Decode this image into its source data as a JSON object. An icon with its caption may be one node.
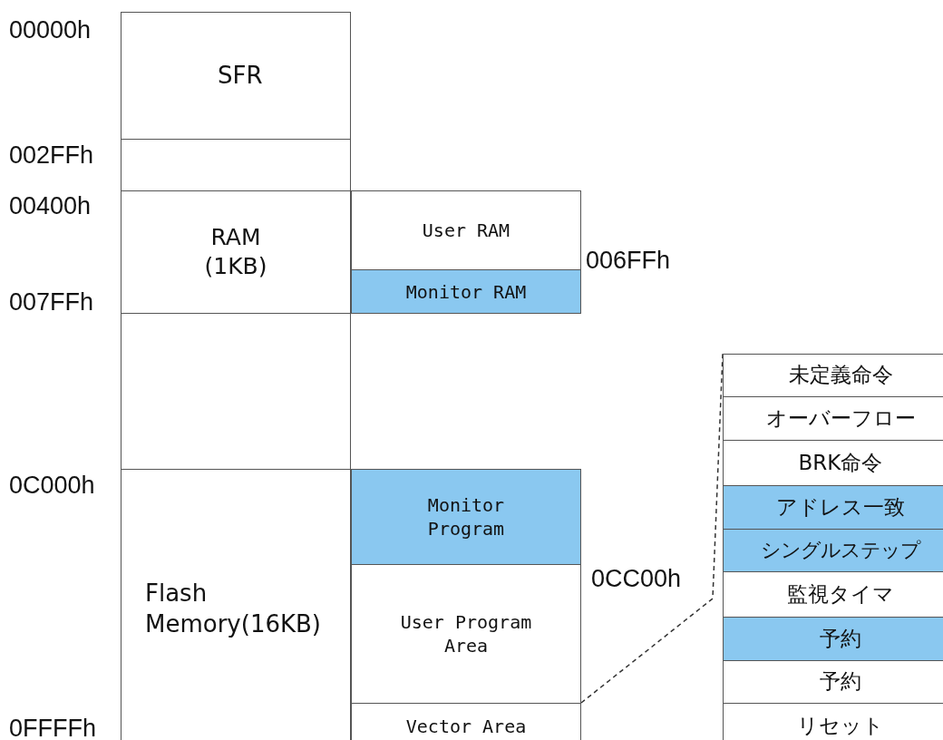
{
  "diagram": {
    "nodes": [
      {
        "text": [
          "SFR"
        ]
      },
      {
        "text": [],
        "shape": "box"
      },
      {
        "text": [
          "RAM (1KB)"
        ]
      },
      {
        "text": [],
        "shape": "box"
      },
      {
        "text": [
          "Flash Memory(16KB)"
        ]
      },
      {
        "text": [
          "User RAM"
        ]
      },
      {
        "text": [
          "Monitor RAM"
        ]
      },
      {
        "text": [
          "Monitor Program"
        ]
      },
      {
        "text": [
          "User Program Area"
        ]
      },
      {
        "text": [
          "Vector Area"
        ]
      },
      {
        "text": [
          "未定義命令"
        ]
      },
      {
        "text": [
          "オーバーフロー"
        ]
      },
      {
        "text": [
          "BRK命令"
        ]
      },
      {
        "text": [
          "アドレス一致"
        ]
      },
      {
        "text": [
          "シングルステップ"
        ]
      },
      {
        "text": [
          "監視タイマ"
        ]
      },
      {
        "text": [
          "予約"
        ]
      },
      {
        "text": [
          "予約"
        ]
      },
      {
        "text": [
          "リセット"
        ]
      }
    ],
    "edges": [
      {
        "from": 9,
        "to": 10,
        "arrow": "none",
        "style": "dashed"
      }
    ],
    "labels": [
      "00000h",
      "002FFh",
      "00400h",
      "006FFh",
      "007FFh",
      "0C000h",
      "0CC00h",
      "0FFFFh"
    ]
  }
}
